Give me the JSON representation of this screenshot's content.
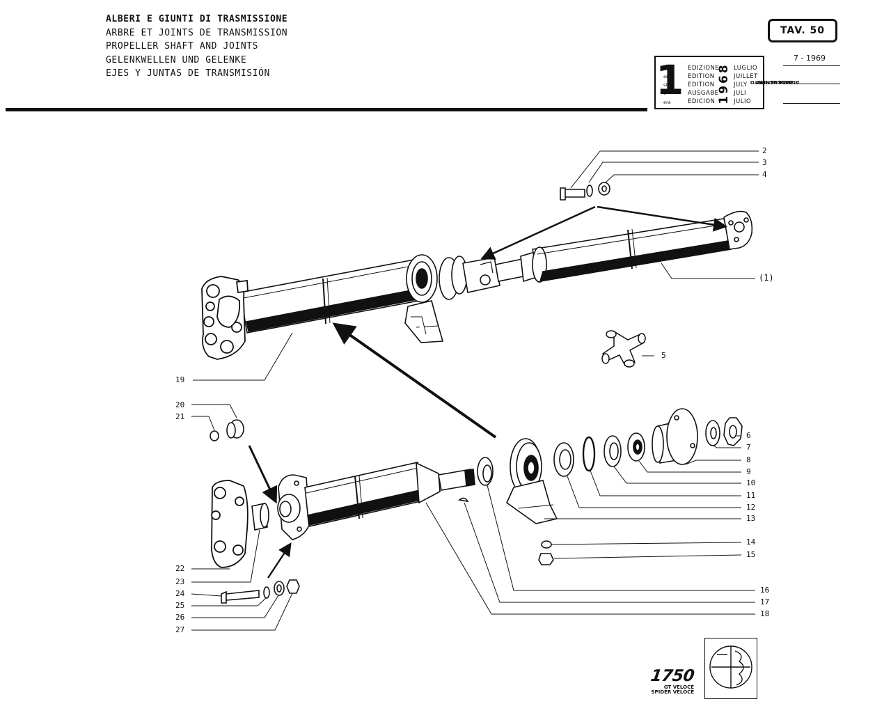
{
  "titles": [
    "ALBERI E GIUNTI DI TRASMISSIONE",
    "ARBRE ET JOINTS DE TRANSMISSION",
    "PROPELLER SHAFT AND JOINTS",
    "GELENKWELLEN UND GELENKE",
    "EJES Y JUNTAS DE TRANSMISIÓN"
  ],
  "plate": "TAV. 50",
  "edition": {
    "number": "1",
    "suffixes": [
      "a",
      "ere",
      "st",
      "e",
      "era"
    ],
    "labels": [
      "EDIZIONE",
      "EDITION",
      "EDITION",
      "AUSGABE",
      "EDICION"
    ],
    "months": [
      "LUGLIO",
      "JUILLET",
      "JULY",
      "JULI",
      "JULIO"
    ],
    "year": "1968"
  },
  "update": {
    "label_line1": "DATA ULTIMO",
    "label_line2": "AGGIORNAMENTO",
    "date": "7 - 1969"
  },
  "part_numbers": {
    "n2": "2",
    "n3": "3",
    "n4": "4",
    "n1": "(1)",
    "n5": "5",
    "n6": "6",
    "n7": "7",
    "n8": "8",
    "n9": "9",
    "n10": "10",
    "n11": "11",
    "n12": "12",
    "n13": "13",
    "n14": "14",
    "n15": "15",
    "n16": "16",
    "n17": "17",
    "n18": "18",
    "n19": "19",
    "n20": "20",
    "n21": "21",
    "n22": "22",
    "n23": "23",
    "n24": "24",
    "n25": "25",
    "n26": "26",
    "n27": "27"
  },
  "model": {
    "number": "1750",
    "line1": "GT VELOCE",
    "line2": "SPIDER VELOCE"
  }
}
